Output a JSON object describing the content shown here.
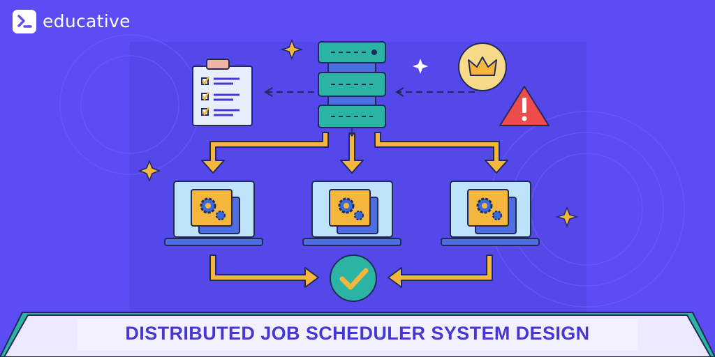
{
  "brand": {
    "name": "educative",
    "logo_icon": "terminal-prompt-icon"
  },
  "banner": {
    "title": "DISTRIBUTED JOB SCHEDULER SYSTEM DESIGN"
  },
  "diagram": {
    "central_node": "server-stack-icon",
    "left_node": "checklist-clipboard-icon",
    "right_nodes": [
      "crown-icon",
      "warning-triangle-icon"
    ],
    "worker_nodes": [
      "worker-laptop-1",
      "worker-laptop-2",
      "worker-laptop-3"
    ],
    "result_node": "success-check-icon",
    "decorations": "sparkle-icon"
  },
  "colors": {
    "background": "#5b4cf3",
    "inner_panel": "#5548ea",
    "teal": "#2bb3a3",
    "arrow_gold": "#f4b63d",
    "warning_red": "#ee4b4b",
    "banner_fill": "#edeaff",
    "banner_text": "#4636d6"
  }
}
